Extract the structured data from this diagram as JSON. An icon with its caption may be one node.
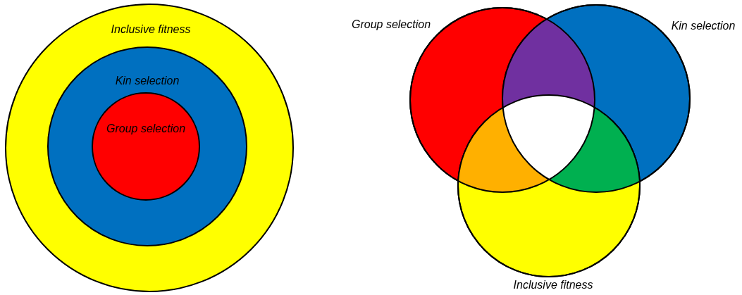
{
  "diagram": {
    "nodes": [
      {
        "text": [
          "Inclusive fitness"
        ]
      },
      {
        "text": [
          "Kin selection"
        ],
        "in": 0
      },
      {
        "text": [
          "Group selection"
        ],
        "in": 1
      },
      {
        "text": [
          "Group selection"
        ]
      },
      {
        "text": [
          "Kin selection"
        ]
      },
      {
        "text": [
          "Inclusive fitness"
        ]
      }
    ]
  }
}
